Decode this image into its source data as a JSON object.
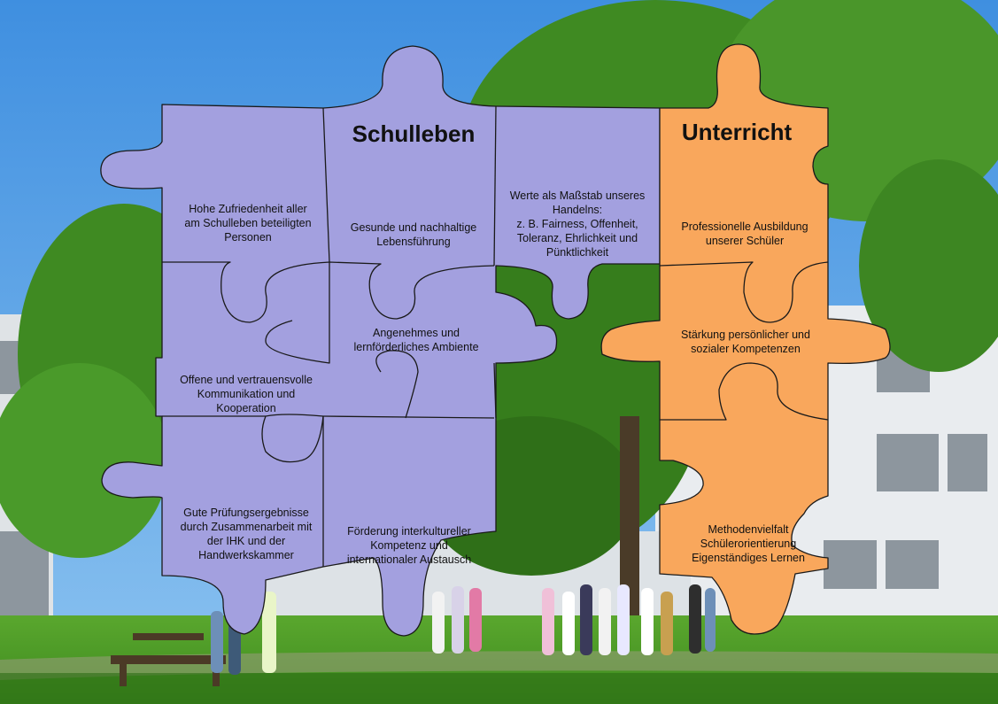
{
  "headings": {
    "schulleben": "Schulleben",
    "unterricht": "Unterricht"
  },
  "pieces": {
    "zufriedenheit": "Hohe Zufriedenheit aller\nam Schulleben beteiligten\nPersonen",
    "lebensfuehrung": "Gesunde und nachhaltige\nLebensführung",
    "werte": "Werte als Maßstab unseres\nHandelns:\nz. B. Fairness, Offenheit,\nToleranz, Ehrlichkeit und\nPünktlichkeit",
    "ausbildung": "Professionelle Ausbildung\nunserer Schüler",
    "ambiente": "Angenehmes und\nlernförderliches Ambiente",
    "kompetenzen": "Stärkung persönlicher und\nsozialer Kompetenzen",
    "kommunikation": "Offene und vertrauensvolle\nKommunikation und\nKooperation",
    "pruefung": "Gute Prüfungsergebnisse\ndurch Zusammenarbeit mit\nder IHK und der\nHandwerkskammer",
    "interkulturell": "Förderung interkultureller\nKompetenz und\ninternationaler Austausch",
    "methoden": "Methodenvielfalt\nSchülerorientierung\nEigenständiges Lernen"
  },
  "colors": {
    "sky": "#4a9be6",
    "lilac": "#a3a0df",
    "orange": "#f9a75c",
    "grass": "#4f9a2a",
    "foliage": "#3f8a22",
    "building": "#e9ecef"
  }
}
